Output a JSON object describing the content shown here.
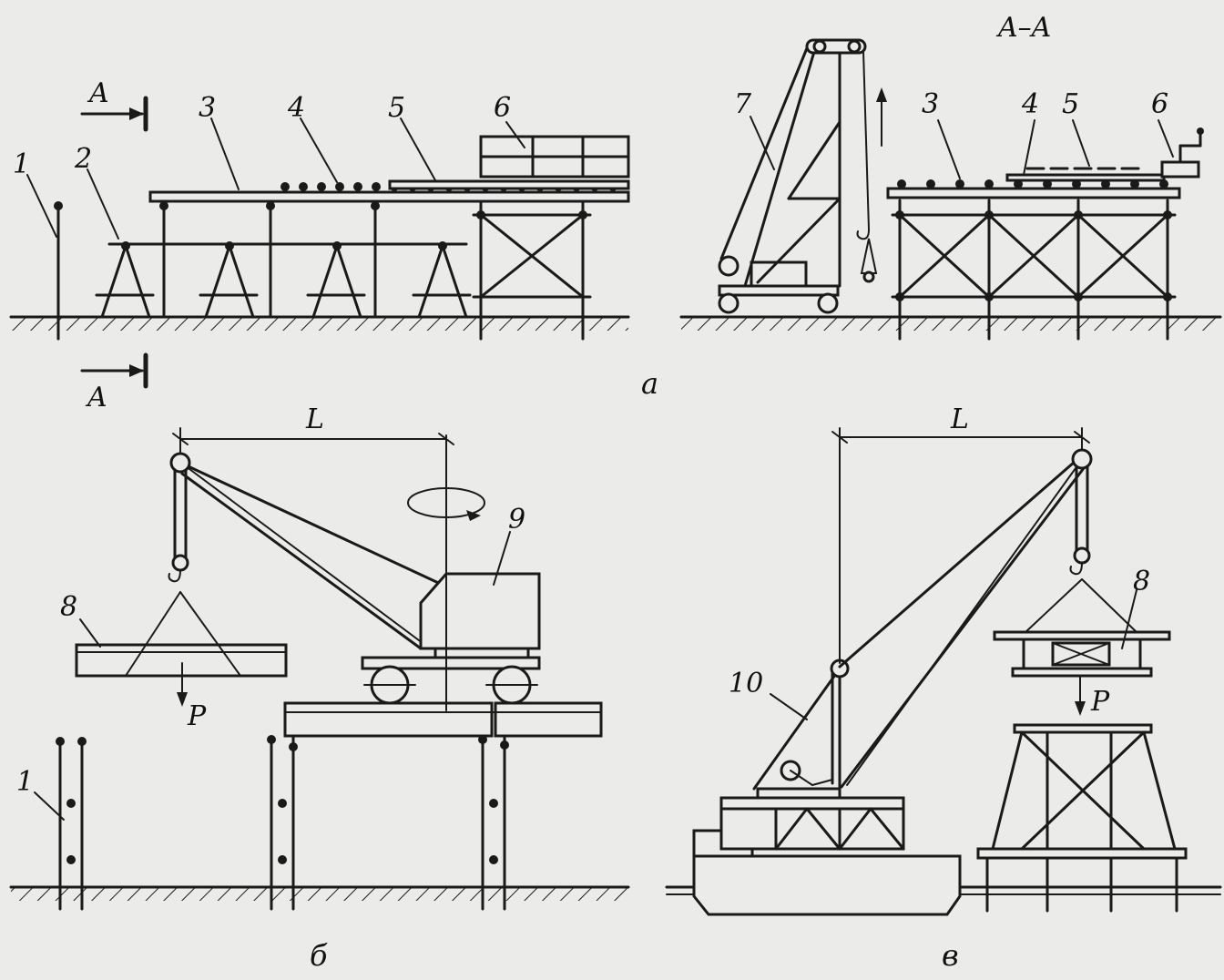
{
  "labels": {
    "l1a": "1",
    "l2": "2",
    "l3a": "3",
    "l4a": "4",
    "l5a": "5",
    "l6a": "6",
    "secTop": "A",
    "secBot": "A",
    "secTitle": "A–A",
    "l7": "7",
    "l3b": "3",
    "l4b": "4",
    "l5b": "5",
    "l6b": "6",
    "l8b": "8",
    "l9": "9",
    "l1b": "1",
    "Lb": "L",
    "Pb": "P",
    "l10": "10",
    "l8c": "8",
    "Lc": "L",
    "Pc": "P"
  },
  "subfigures": {
    "a": "а",
    "b": "б",
    "c": "в"
  },
  "colors": {
    "ink": "#1a1a1a",
    "paper": "#ebebea"
  }
}
